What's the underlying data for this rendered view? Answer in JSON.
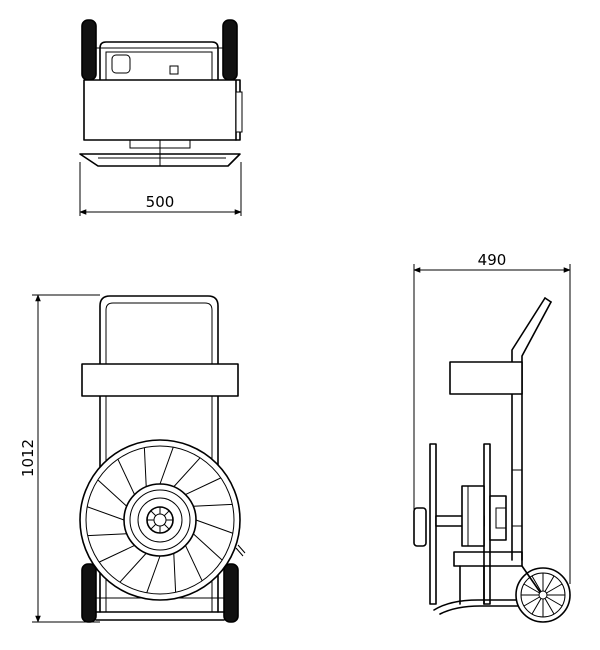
{
  "dimensions": {
    "top_width": "500",
    "side_depth": "490",
    "front_height": "1012"
  }
}
